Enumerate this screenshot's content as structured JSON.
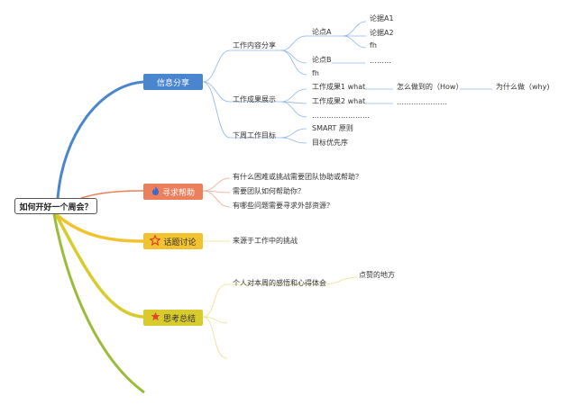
{
  "root": {
    "label": "如何开好一个周会？"
  },
  "topics": {
    "info": {
      "label": "信息分享"
    },
    "help": {
      "label": "寻求帮助",
      "icon": "flame-icon"
    },
    "discuss": {
      "label": "话题讨论",
      "icon": "star-outline-icon"
    },
    "summary": {
      "label": "思考总结",
      "icon": "star-filled-icon"
    }
  },
  "info": {
    "work_share": "工作内容分享",
    "point_a": "论点A",
    "arg_a1": "论据A1",
    "arg_a2": "论据A2",
    "fh1": "fh",
    "point_b": "论点B",
    "point_b_dots": "………",
    "fh2": "fh",
    "results": "工作成果展示",
    "result1": "工作成果1 what",
    "how": "怎么做到的（How）",
    "why": "为什么做（why)",
    "result2": "工作成果2 what",
    "result2_dots": "…………………",
    "results_dots": "……………………",
    "next_goals": "下周工作目标",
    "smart": "SMART 原则",
    "priority": "目标优先序"
  },
  "help": {
    "q1": "有什么困难或挑战需要团队协助或帮助？",
    "q2": "需要团队如何帮助你？",
    "q3": "有哪些问题需要寻求外部资源？"
  },
  "discuss": {
    "item1": "来源于工作中的挑战"
  },
  "summary": {
    "item1": "个人对本周的感悟和心得体会",
    "item1_child": "点赞的地方"
  },
  "colors": {
    "info": "#4a86d0",
    "help": "#ec7f5c",
    "discuss": "#f2c230",
    "summary": "#d7cb2e",
    "tail": "#9bbb3a",
    "link_info": "#8fb6e6",
    "link_help": "#f0a58c",
    "link_summary": "#ebe08a"
  }
}
